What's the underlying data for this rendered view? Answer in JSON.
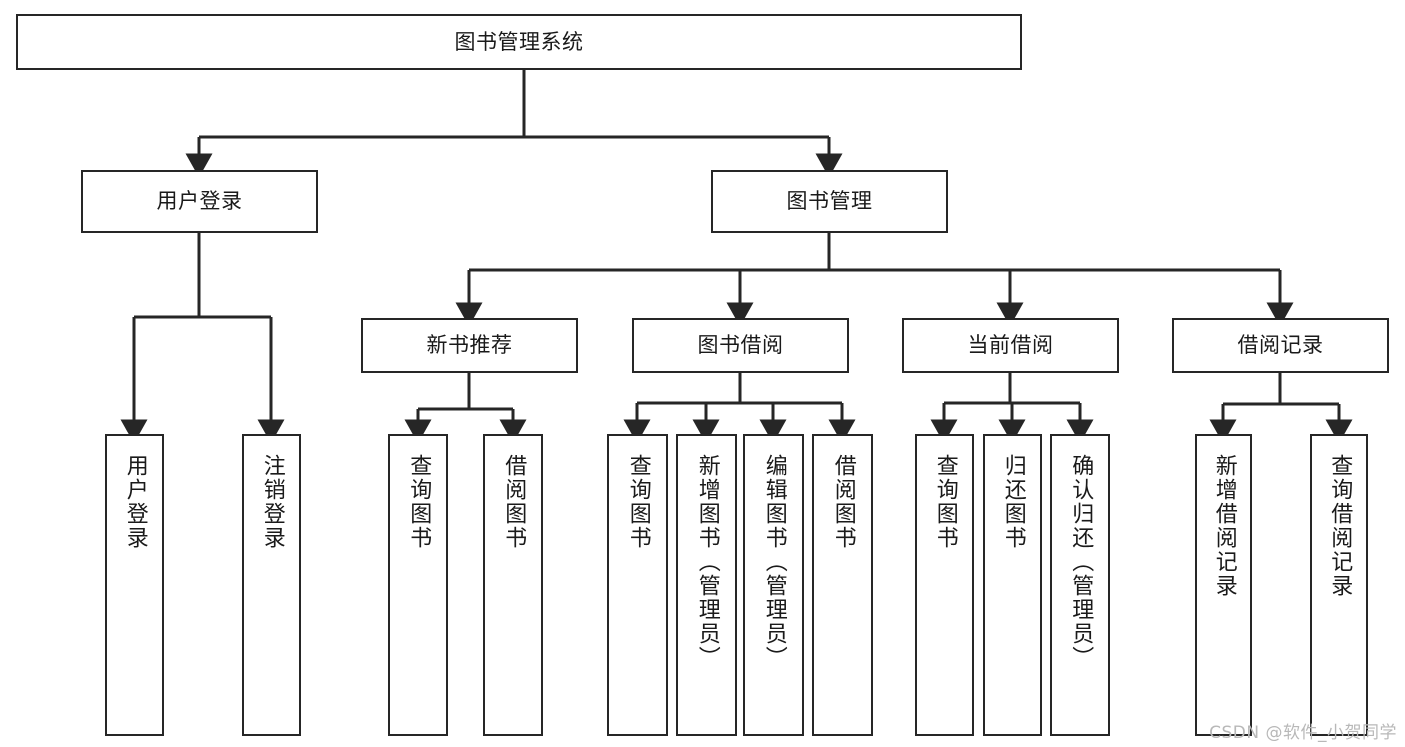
{
  "diagram": {
    "type": "tree",
    "title": "图书管理系统",
    "watermark": "CSDN @软件_小贺同学",
    "colors": {
      "stroke": "#262626",
      "fill": "#ffffff",
      "text": "#1a1a1a",
      "watermark": "#b8b8b8"
    },
    "nodes": {
      "root": "图书管理系统",
      "level2": {
        "user_login": "用户登录",
        "book_manage": "图书管理"
      },
      "level3": {
        "new_book_rec": "新书推荐",
        "book_borrow": "图书借阅",
        "current_borrow": "当前借阅",
        "borrow_record": "借阅记录"
      },
      "leaves": {
        "user_login_1": "用户登录",
        "user_login_2": "注销登录",
        "new_book_rec_1": "查询图书",
        "new_book_rec_2": "借阅图书",
        "book_borrow_1": "查询图书",
        "book_borrow_2": "新增图书（管理员）",
        "book_borrow_3": "编辑图书（管理员）",
        "book_borrow_4": "借阅图书",
        "current_borrow_1": "查询图书",
        "current_borrow_2": "归还图书",
        "current_borrow_3": "确认归还（管理员）",
        "borrow_record_1": "新增借阅记录",
        "borrow_record_2": "查询借阅记录"
      }
    }
  }
}
